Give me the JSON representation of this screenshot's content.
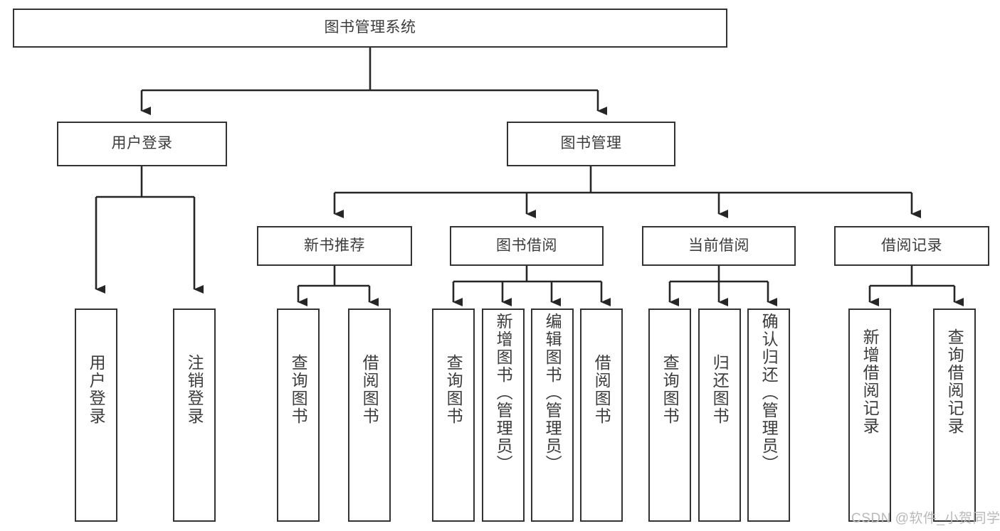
{
  "diagram": {
    "title": "图书管理系统",
    "type": "tree-hierarchy",
    "colors": {
      "box_border": "#333333",
      "box_fill": "#ffffff",
      "text": "#3c3c3c",
      "connector": "#262626",
      "watermark": "#b9b9b9",
      "background": "#ffffff"
    },
    "root": {
      "label": "图书管理系统"
    },
    "level2": [
      {
        "label": "用户登录"
      },
      {
        "label": "图书管理"
      }
    ],
    "level3": [
      {
        "label": "新书推荐"
      },
      {
        "label": "图书借阅"
      },
      {
        "label": "当前借阅"
      },
      {
        "label": "借阅记录"
      }
    ],
    "leaves": {
      "user_login": [
        {
          "label": "用户登录"
        },
        {
          "label": "注销登录"
        }
      ],
      "new_book_recommend": [
        {
          "label": "查询图书"
        },
        {
          "label": "借阅图书"
        }
      ],
      "book_borrow": [
        {
          "label": "查询图书"
        },
        {
          "label": "新增图书（管理员）"
        },
        {
          "label": "编辑图书（管理员）"
        },
        {
          "label": "借阅图书"
        }
      ],
      "current_borrow": [
        {
          "label": "查询图书"
        },
        {
          "label": "归还图书"
        },
        {
          "label": "确认归还（管理员）"
        }
      ],
      "borrow_record": [
        {
          "label": "新增借阅记录"
        },
        {
          "label": "查询借阅记录"
        }
      ]
    }
  },
  "watermark": {
    "text": "CSDN @软件_小贺同学"
  }
}
